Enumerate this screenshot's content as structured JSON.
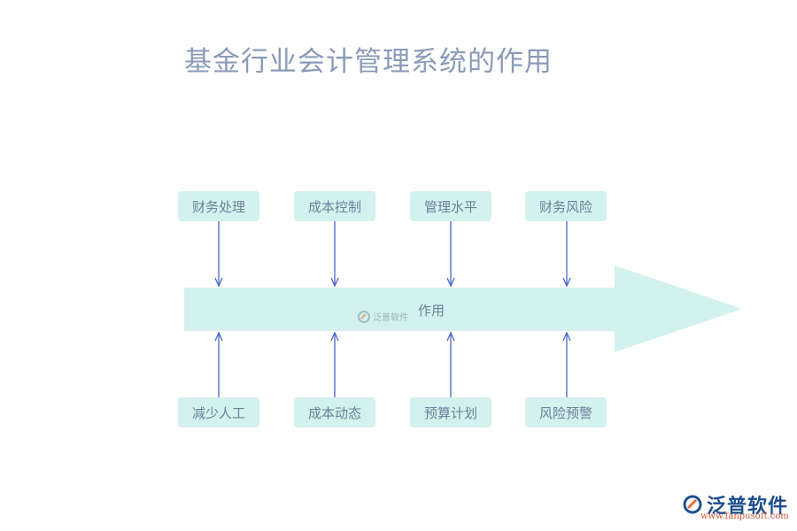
{
  "title": "基金行业会计管理系统的作用",
  "center_label": "作用",
  "top_boxes": [
    "财务处理",
    "成本控制",
    "管理水平",
    "财务风险"
  ],
  "bottom_boxes": [
    "减少人工",
    "成本动态",
    "预算计划",
    "风险预警"
  ],
  "watermark": "泛普软件",
  "logo": {
    "name": "泛普软件",
    "url": "www.fanpusoft.com"
  },
  "colors": {
    "box_fill": "#d3f1ee",
    "arrow_fill": "#d3f1ee",
    "connector": "#4a67c8",
    "text": "#6e7f99",
    "title": "#8b9bb8"
  }
}
